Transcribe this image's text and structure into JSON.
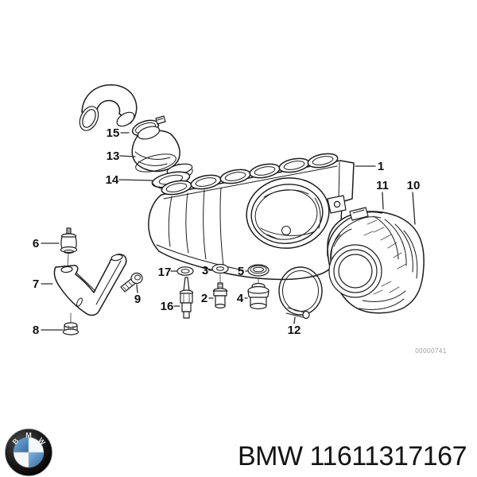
{
  "diagram": {
    "ink_color": "#1c1c1c",
    "watermark": "00000741",
    "callouts": {
      "n1": "1",
      "n2": "2",
      "n3": "3",
      "n4": "4",
      "n5": "5",
      "n6": "6",
      "n7": "7",
      "n8": "8",
      "n9": "9",
      "n10": "10",
      "n11": "11",
      "n12": "12",
      "n13": "13",
      "n14": "14",
      "n15": "15",
      "n16": "16",
      "n17": "17"
    }
  },
  "footer": {
    "brand": "BMW",
    "part_number": "11611317167",
    "logo": {
      "letters": [
        "B",
        "M",
        "W"
      ],
      "blue": "#3a7fc1",
      "ring_color": "#1b1b1b",
      "white": "#f5f8fa"
    }
  }
}
